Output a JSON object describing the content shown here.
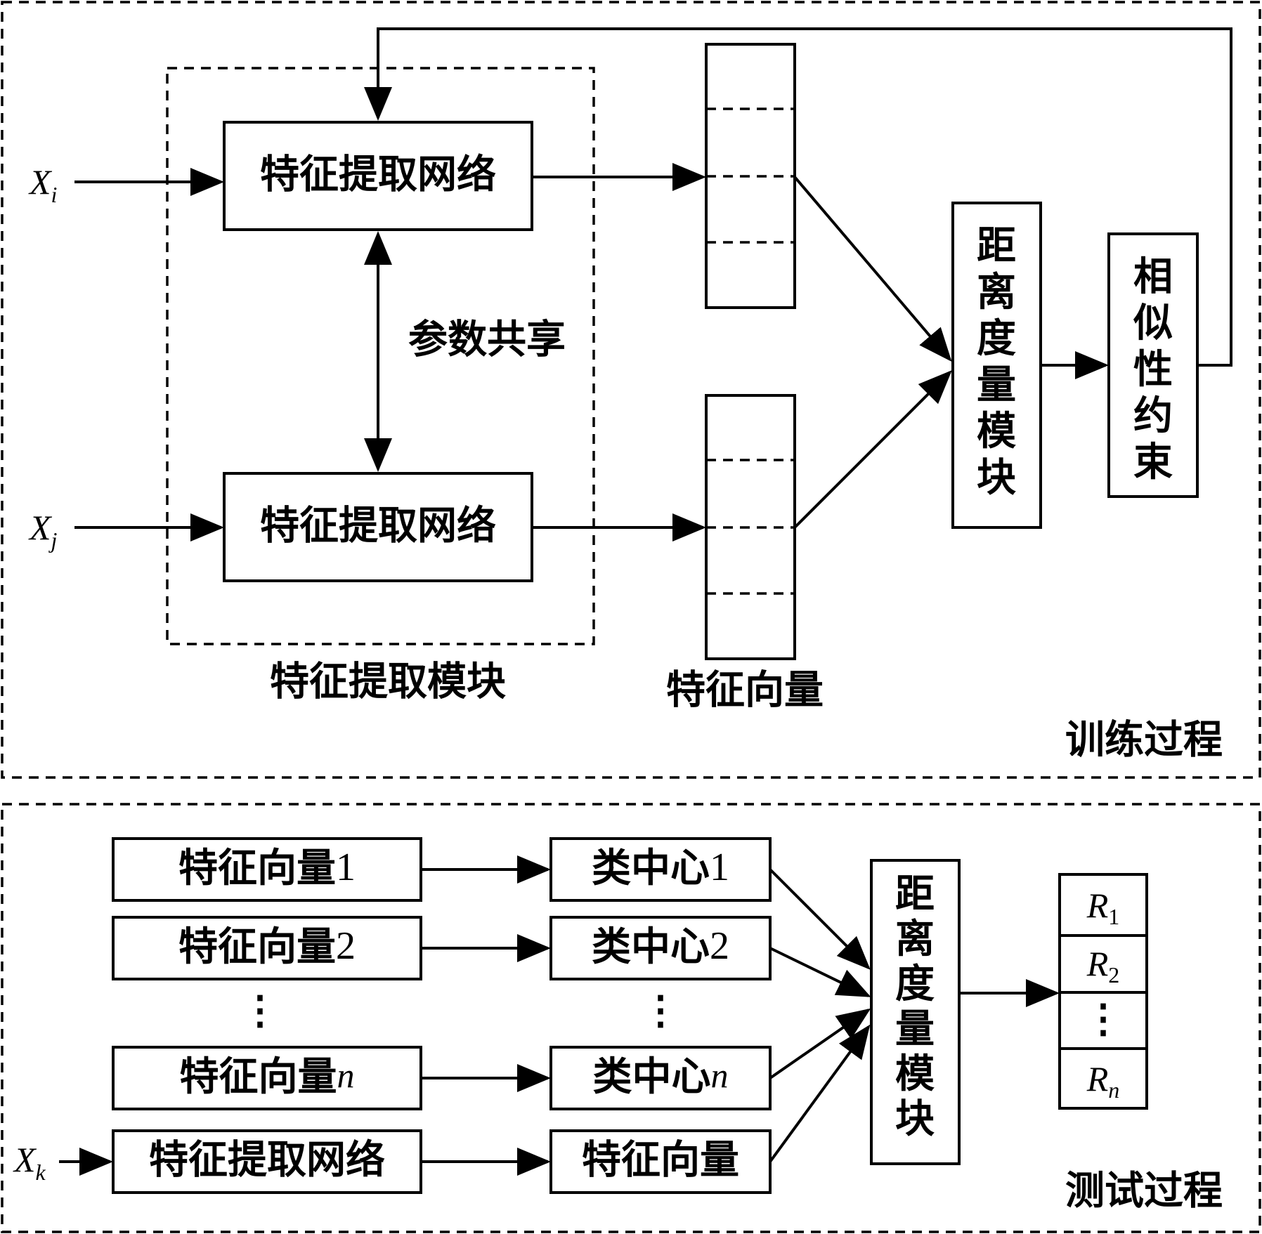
{
  "train": {
    "section_label": "训练过程",
    "input_i": {
      "var": "X",
      "sub": "i"
    },
    "input_j": {
      "var": "X",
      "sub": "j"
    },
    "net_top_label": "特征提取网络",
    "net_bottom_label": "特征提取网络",
    "param_share_label": "参数共享",
    "module_label": "特征提取模块",
    "vector_label": "特征向量",
    "distance_label": "距离度量模块",
    "constraint_label": "相似性约束"
  },
  "test": {
    "section_label": "测试过程",
    "rows": [
      {
        "vector": "特征向量",
        "vector_suffix": "1",
        "center": "类中心",
        "center_suffix": "1"
      },
      {
        "vector": "特征向量",
        "vector_suffix": "2",
        "center": "类中心",
        "center_suffix": "2"
      },
      {
        "vector": "特征向量",
        "vector_suffix": "n",
        "center": "类中心",
        "center_suffix": "n"
      }
    ],
    "ellipsis": "⋮",
    "input_k": {
      "var": "X",
      "sub": "k"
    },
    "net_label": "特征提取网络",
    "query_vector_label": "特征向量",
    "distance_label": "距离度量模块",
    "results": [
      {
        "var": "R",
        "sub": "1"
      },
      {
        "var": "R",
        "sub": "2"
      },
      {
        "var": "⋮",
        "sub": ""
      },
      {
        "var": "R",
        "sub": "n"
      }
    ]
  }
}
